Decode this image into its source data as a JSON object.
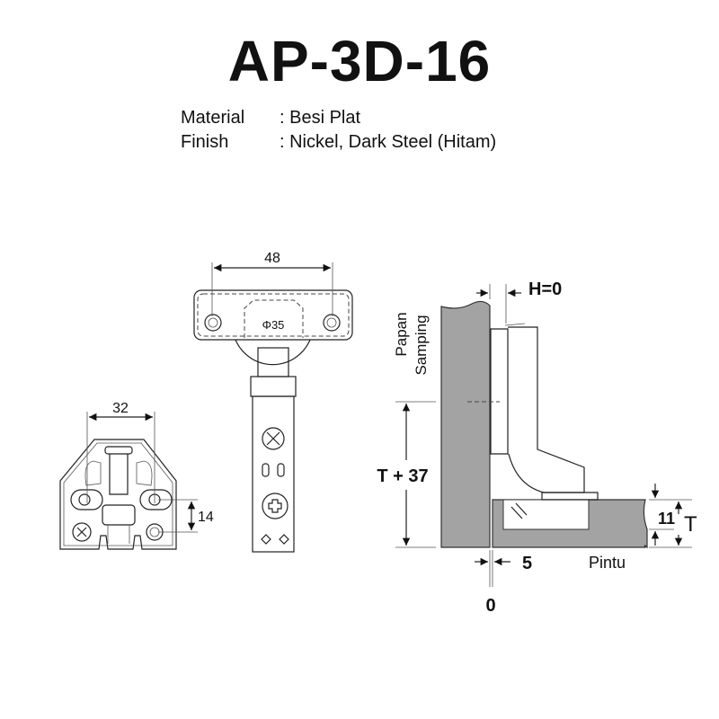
{
  "title": "AP-3D-16",
  "specs": {
    "material_label": "Material",
    "material_value": ": Besi Plat",
    "finish_label": "Finish",
    "finish_value": ": Nickel, Dark Steel (Hitam)"
  },
  "mounting_plate": {
    "width_dim": "32",
    "height_dim": "14"
  },
  "hinge_top_view": {
    "hole_spacing_dim": "48",
    "cup_diameter": "Φ35"
  },
  "side_view": {
    "overlay_label": "H=0",
    "side_panel_label_line1": "Papan",
    "side_panel_label_line2": "Samping",
    "height_dim": "T + 37",
    "cup_depth_dim": "11",
    "thickness_label": "T",
    "gap_dim": "5",
    "door_label": "Pintu",
    "zero_label": "0"
  },
  "colors": {
    "panel": "#a3a3a3",
    "text": "#111111"
  }
}
